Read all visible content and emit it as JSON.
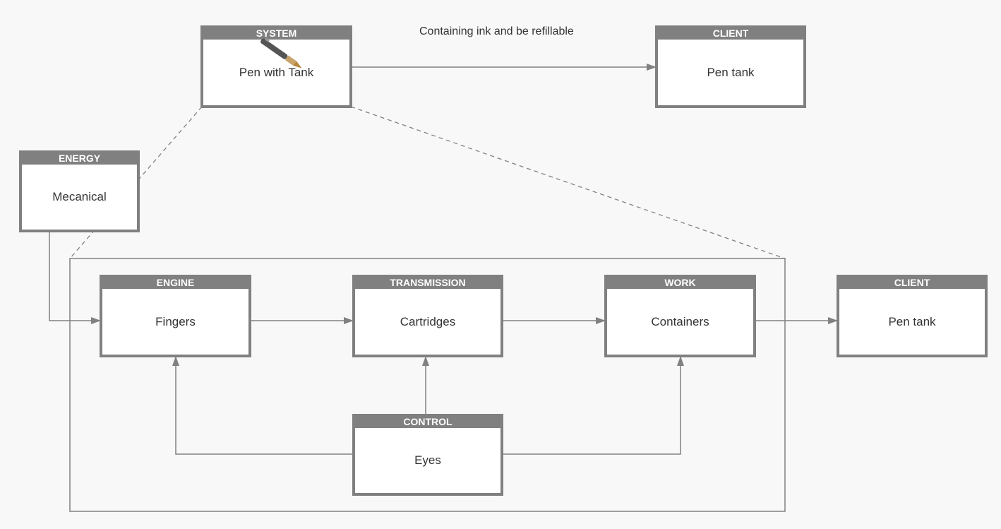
{
  "edge_label": "Containing ink and be refillable",
  "nodes": {
    "system": {
      "header": "SYSTEM",
      "label": "Pen with Tank"
    },
    "client_top": {
      "header": "CLIENT",
      "label": "Pen tank"
    },
    "energy": {
      "header": "ENERGY",
      "label": "Mecanical"
    },
    "engine": {
      "header": "ENGINE",
      "label": "Fingers"
    },
    "transmission": {
      "header": "TRANSMISSION",
      "label": "Cartridges"
    },
    "work": {
      "header": "WORK",
      "label": "Containers"
    },
    "client_right": {
      "header": "CLIENT",
      "label": "Pen tank"
    },
    "control": {
      "header": "CONTROL",
      "label": "Eyes"
    }
  },
  "colors": {
    "stroke": "#808080",
    "header_bg": "#808080",
    "background": "#f8f8f8",
    "text": "#333333"
  },
  "icons": {
    "system_image": "pen-illustration"
  }
}
